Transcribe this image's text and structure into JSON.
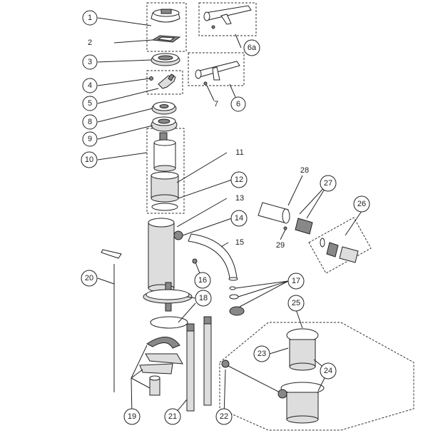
{
  "callouts": [
    {
      "id": "1",
      "label": "1",
      "circled": true
    },
    {
      "id": "2",
      "label": "2",
      "circled": false
    },
    {
      "id": "3",
      "label": "3",
      "circled": true
    },
    {
      "id": "4",
      "label": "4",
      "circled": true
    },
    {
      "id": "5",
      "label": "5",
      "circled": true
    },
    {
      "id": "6a",
      "label": "6a",
      "circled": true
    },
    {
      "id": "6",
      "label": "6",
      "circled": true
    },
    {
      "id": "7",
      "label": "7",
      "circled": false
    },
    {
      "id": "8",
      "label": "8",
      "circled": true
    },
    {
      "id": "9",
      "label": "9",
      "circled": true
    },
    {
      "id": "10",
      "label": "10",
      "circled": true
    },
    {
      "id": "11",
      "label": "11",
      "circled": false
    },
    {
      "id": "12",
      "label": "12",
      "circled": true
    },
    {
      "id": "13",
      "label": "13",
      "circled": false
    },
    {
      "id": "14",
      "label": "14",
      "circled": true
    },
    {
      "id": "15",
      "label": "15",
      "circled": false
    },
    {
      "id": "16",
      "label": "16",
      "circled": true
    },
    {
      "id": "17",
      "label": "17",
      "circled": true
    },
    {
      "id": "18",
      "label": "18",
      "circled": true
    },
    {
      "id": "19",
      "label": "19",
      "circled": true
    },
    {
      "id": "20",
      "label": "20",
      "circled": true
    },
    {
      "id": "21",
      "label": "21",
      "circled": true
    },
    {
      "id": "22",
      "label": "22",
      "circled": true
    },
    {
      "id": "23",
      "label": "23",
      "circled": true
    },
    {
      "id": "24",
      "label": "24",
      "circled": true
    },
    {
      "id": "25",
      "label": "25",
      "circled": true
    },
    {
      "id": "26",
      "label": "26",
      "circled": true
    },
    {
      "id": "27",
      "label": "27",
      "circled": true
    },
    {
      "id": "28",
      "label": "28",
      "circled": false
    },
    {
      "id": "29",
      "label": "29",
      "circled": false
    }
  ]
}
